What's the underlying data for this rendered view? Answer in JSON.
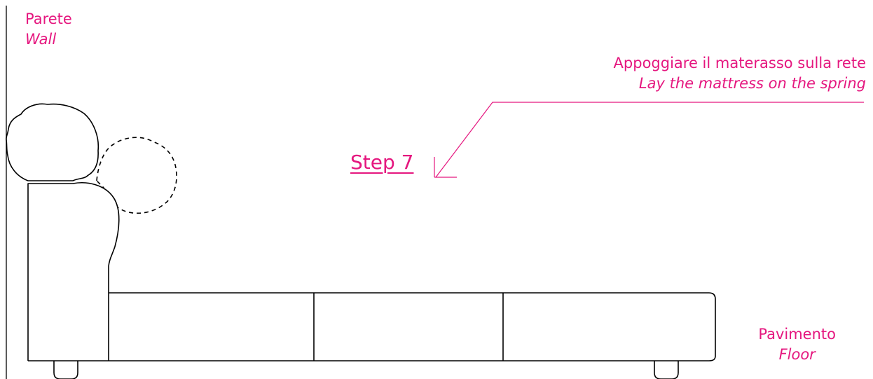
{
  "wall": {
    "label_it": "Parete",
    "label_en": "Wall"
  },
  "instruction": {
    "text_it": "Appoggiare il materasso sulla rete",
    "text_en": "Lay the mattress on the spring"
  },
  "step": {
    "label": "Step 7"
  },
  "floor": {
    "label_it": "Pavimento",
    "label_en": "Floor"
  },
  "colors": {
    "annotation": "#e5177f",
    "line": "#000000"
  }
}
